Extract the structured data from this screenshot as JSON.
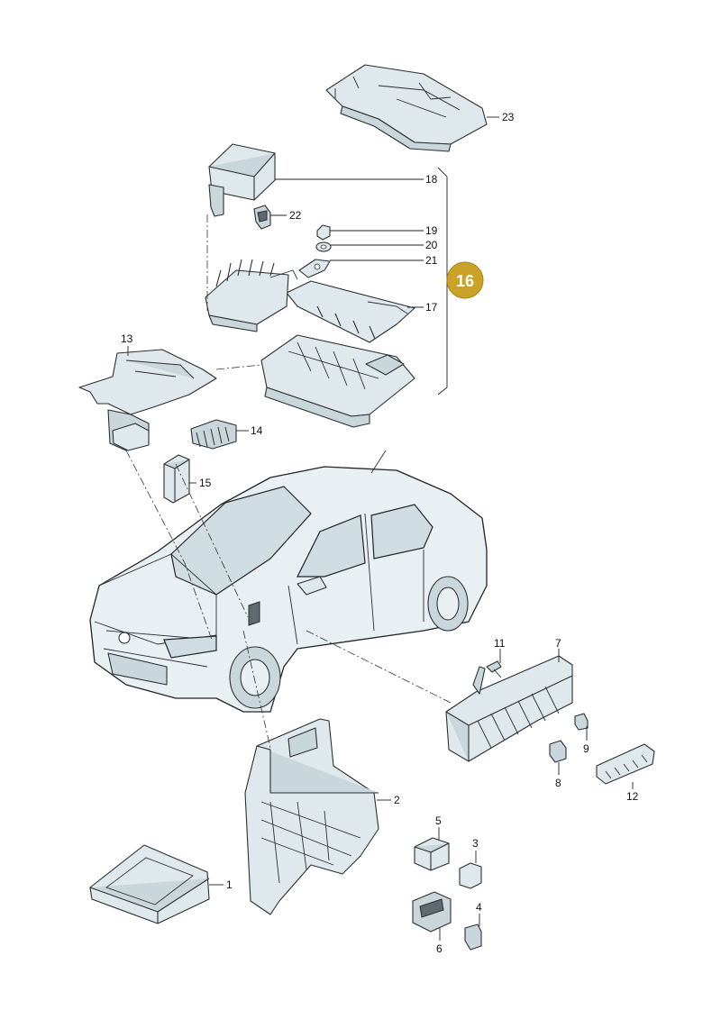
{
  "badge": {
    "number": "16",
    "color": "#c9a227"
  },
  "parts": [
    {
      "id": "23",
      "label": "23"
    },
    {
      "id": "18",
      "label": "18"
    },
    {
      "id": "22",
      "label": "22"
    },
    {
      "id": "19",
      "label": "19"
    },
    {
      "id": "20",
      "label": "20"
    },
    {
      "id": "21",
      "label": "21"
    },
    {
      "id": "17",
      "label": "17"
    },
    {
      "id": "13",
      "label": "13"
    },
    {
      "id": "14",
      "label": "14"
    },
    {
      "id": "15",
      "label": "15"
    },
    {
      "id": "11",
      "label": "11"
    },
    {
      "id": "7",
      "label": "7"
    },
    {
      "id": "9",
      "label": "9"
    },
    {
      "id": "8",
      "label": "8"
    },
    {
      "id": "12",
      "label": "12"
    },
    {
      "id": "2",
      "label": "2"
    },
    {
      "id": "1",
      "label": "1"
    },
    {
      "id": "5",
      "label": "5"
    },
    {
      "id": "3",
      "label": "3"
    },
    {
      "id": "4",
      "label": "4"
    },
    {
      "id": "6",
      "label": "6"
    }
  ]
}
